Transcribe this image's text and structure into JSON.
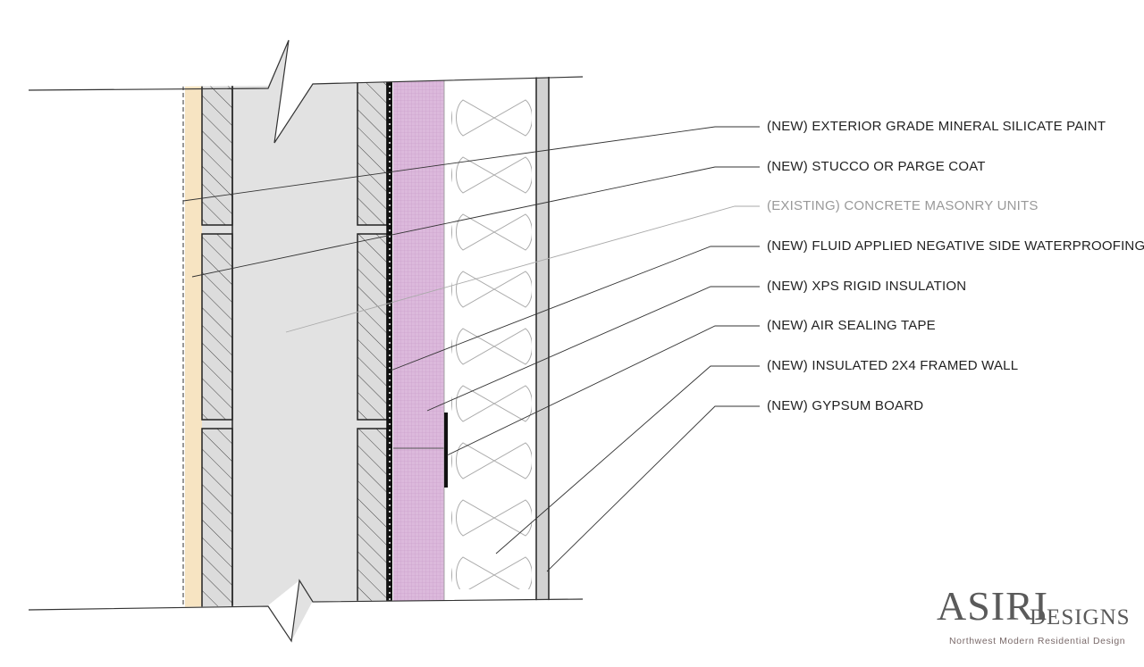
{
  "labels": [
    {
      "text": "(NEW) EXTERIOR GRADE MINERAL SILICATE PAINT",
      "status": "new"
    },
    {
      "text": "(NEW) STUCCO OR PARGE COAT",
      "status": "new"
    },
    {
      "text": "(EXISTING) CONCRETE MASONRY UNITS",
      "status": "existing"
    },
    {
      "text": "(NEW) FLUID APPLIED NEGATIVE SIDE WATERPROOFING",
      "status": "new"
    },
    {
      "text": "(NEW) XPS RIGID INSULATION",
      "status": "new"
    },
    {
      "text": "(NEW) AIR SEALING TAPE",
      "status": "new"
    },
    {
      "text": "(NEW) INSULATED 2X4 FRAMED WALL",
      "status": "new"
    },
    {
      "text": "(NEW) GYPSUM BOARD",
      "status": "new"
    }
  ],
  "logo": {
    "name": "ASIRI",
    "sub": "DESIGNS",
    "tagline": "Northwest Modern Residential Design"
  },
  "colors": {
    "stucco": "#f7e4c2",
    "concrete": "#e2e2e2",
    "xps": "#dcb9dc",
    "gypsum": "#d2d2d2",
    "existing_text": "#999999"
  }
}
